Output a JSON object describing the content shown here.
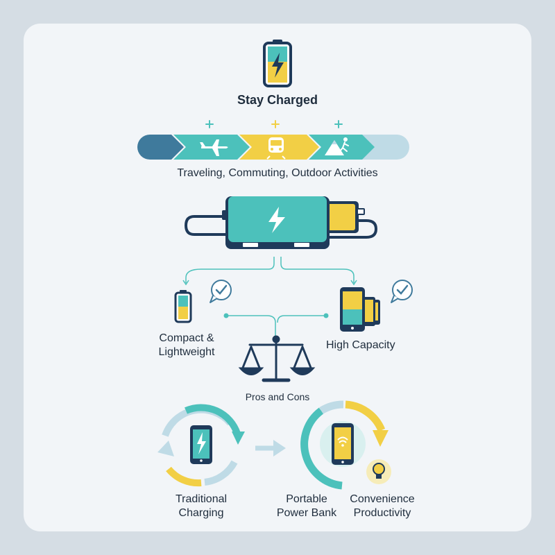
{
  "title": "Stay Charged",
  "scenarios": {
    "caption": "Traveling, Commuting, Outdoor Activities",
    "icons": [
      "airplane-icon",
      "train-icon",
      "hiker-mountain-icon"
    ]
  },
  "features": {
    "left_line1": "Compact &",
    "left_line2": "Lightweight",
    "right": "High Capacity",
    "balance_label": "Pros and Cons"
  },
  "comparison": {
    "traditional_line1": "Traditional",
    "traditional_line2": "Charging",
    "portable_line1": "Portable",
    "portable_line2": "Power Bank",
    "benefits_line1": "Convenience",
    "benefits_line2": "Productivity"
  },
  "colors": {
    "teal": "#4cc1bb",
    "yellow": "#f2cf45",
    "navy": "#1f3a5a",
    "slate_blue": "#3f7a9c",
    "light_blue": "#bfdbe6"
  }
}
